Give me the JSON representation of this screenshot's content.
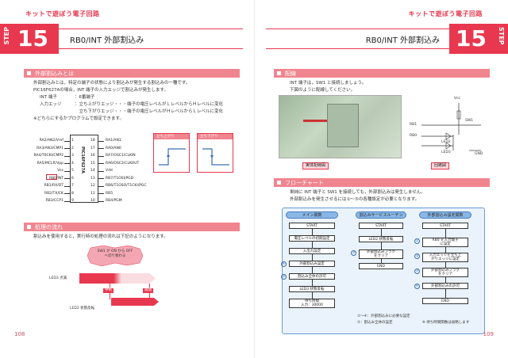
{
  "header": {
    "brand": "キットで遊ぼう電子回路",
    "step_label": "STEP",
    "step_number": "15",
    "title": "RB0/INT 外部割込み"
  },
  "left": {
    "section1": {
      "heading": "外部割込みとは",
      "lines": [
        "外部割込みとは，特定の端子の状態により割込みが発生する割込みの一種です。",
        "PIC16F627Aの場合，INT 端子の入力エッジで割込みが発生します。",
        "INT 端子　　　　：6番端子",
        "入力エッジ　　　：立ち上がりエッジ・・・端子の電圧レベルがＬレベルからＨレベルに変化",
        "　　　　　　　　　立ち下がりエッジ・・・端子の電圧レベルがＨレベルからＬレベルに変化",
        "※どちらにするかプログラムで設定できます。"
      ]
    },
    "chip": {
      "name": "PIC16F627A",
      "left_pins": [
        "RA2/AN2/Vref",
        "RA3/AN3/CMP1",
        "RA4/T0CKI/CMP2",
        "RA5/MCLR/Vpp",
        "Vss",
        "RB0/INT",
        "RB1/RX/DT",
        "RB2/TX/CK",
        "RB3/CCP1"
      ],
      "right_pins": [
        "RA1/AN1",
        "RA0/AN0",
        "RA7/OSC1/CLKIN",
        "RA6/OSC2/CLKOUT",
        "Vdd",
        "RB7/T1OSI/PGD",
        "RB6/T1OSO/T1CKI/PGC",
        "RB5",
        "RB4/PGM"
      ],
      "left_nums": [
        "1",
        "2",
        "3",
        "4",
        "5",
        "6",
        "7",
        "8",
        "9"
      ],
      "right_nums": [
        "18",
        "17",
        "16",
        "15",
        "14",
        "13",
        "12",
        "11",
        "10"
      ]
    },
    "edges": {
      "rise_label": "立ち上がり",
      "fall_label": "立ち下がり"
    },
    "section2": {
      "heading": "処理の流れ",
      "line": "割込みを使用すると，実行時の処理の流れは下記のようになります。",
      "bubble": "SW1 が ON から OFF へ切り替わる",
      "led3": "LED3 点滅",
      "led2": "LED2 状態反転",
      "tag_interrupt": "中断",
      "tag_return": "再開"
    },
    "page_number": "108"
  },
  "right": {
    "section1": {
      "heading": "配線",
      "lines": [
        "INT 端子は，SW1 と接続しましょう。",
        "下図のように配線してください。"
      ],
      "photo_caption": "実体配線図",
      "schematic_caption": "回路図",
      "schem_labels": [
        "Vcc",
        "SW1",
        "RB1",
        "RB0",
        "GND",
        "LED2",
        "LED3"
      ]
    },
    "section2": {
      "heading": "フローチャート",
      "lines": [
        "単純に INT 端子と SW1 を接続しても，外部割込みは発生しません。",
        "外部割込みを発生させるには①〜⑤の各種設定が必要となります。"
      ]
    },
    "flow": {
      "col1_title": "メイン関数",
      "col2_title": "割込みサービスルーチン",
      "col3_title": "外部割込み設定関数",
      "col1": [
        "START",
        "電圧レベルの初期設定",
        "入出力設定",
        "外部割込み設定",
        "割込み全体の許可",
        "LED3 状態反転",
        "待ち時間\n入力：30000"
      ],
      "col1_circles": [
        "",
        "",
        "",
        "④",
        "⑤",
        "",
        ""
      ],
      "col2": [
        "START",
        "LED2 状態反転",
        "外部割込みフラグ\nをクリア",
        "END"
      ],
      "col2_circles": [
        "",
        "",
        "③",
        ""
      ],
      "col3": [
        "START",
        "RB0 を入力端子\nに設定",
        "入力エッジを立ち上\nがりエッジに設定",
        "外部割込みフラグ\nをクリア",
        "外部割込みの許可",
        "END"
      ],
      "col3_circles": [
        "",
        "①",
        "②",
        "③",
        "④",
        ""
      ],
      "note1": "①〜④：外部割込みに必要な設定",
      "note2": "⑤：割込み全体の設定",
      "note3": "※ 待ち時間関数は省略します"
    },
    "page_number": "109"
  },
  "colors": {
    "accent": "#e8384f",
    "section": "#f0858f",
    "flow": "#8ab8e6"
  }
}
